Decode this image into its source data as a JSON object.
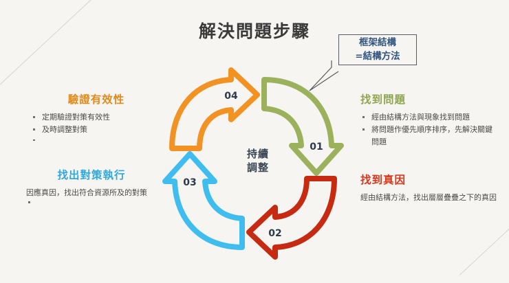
{
  "slide": {
    "title": "解決問題步驟",
    "background_color": "#F7F5F1",
    "center_label_line1": "持續",
    "center_label_line2": "調整"
  },
  "callout": {
    "line1": "框架結構",
    "line2": "=結構方法",
    "text_color": "#2F5480",
    "border_color": "#555A63"
  },
  "cycle": {
    "steps": [
      {
        "number": "01",
        "name": "find-problem",
        "color": "#9CB15C",
        "position": "top-right",
        "heading": "找到問題"
      },
      {
        "number": "02",
        "name": "find-root-cause",
        "color": "#C62B12",
        "position": "bottom-right",
        "heading": "找到真因"
      },
      {
        "number": "03",
        "name": "execute-countermeasure",
        "color": "#3FBDEF",
        "position": "bottom-left",
        "heading": "找出對策執行"
      },
      {
        "number": "04",
        "name": "verify-effectiveness",
        "color": "#F29222",
        "position": "top-left",
        "heading": "驗證有效性"
      }
    ]
  },
  "blocks": {
    "verify": {
      "heading": "驗證有效性",
      "heading_color": "#E08A1E",
      "bullets": [
        "定期驗證對策有效性",
        "及時調整對策"
      ],
      "has_trailing_bullet": true
    },
    "find_problem": {
      "heading": "找到問題",
      "heading_color": "#8FA650",
      "bullets": [
        "經由結構方法與現象找到問題",
        "將問題作優先順序排序，先解決關鍵問題"
      ],
      "has_trailing_bullet": false
    },
    "root_cause": {
      "heading": "找到真因",
      "heading_color": "#D8361B",
      "body": "經由結構方法，找出層層疊疊之下的真因",
      "has_trailing_bullet": false
    },
    "countermeasure": {
      "heading": "找出對策執行",
      "heading_color": "#2FA8E0",
      "body": "因應真因，找出符合資源所及的對策",
      "has_trailing_bullet": true
    }
  }
}
